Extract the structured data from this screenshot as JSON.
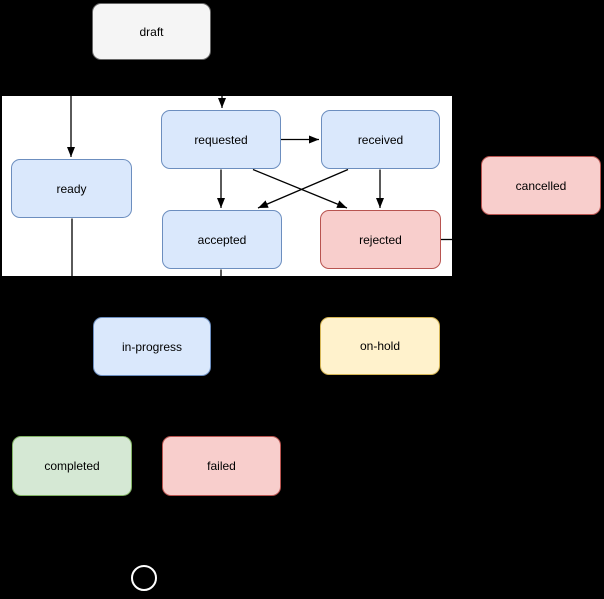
{
  "diagram": {
    "type": "state-diagram",
    "nodes": {
      "draft": {
        "label": "draft",
        "color": "gray"
      },
      "ready": {
        "label": "ready",
        "color": "blue"
      },
      "requested": {
        "label": "requested",
        "color": "blue"
      },
      "received": {
        "label": "received",
        "color": "blue"
      },
      "accepted": {
        "label": "accepted",
        "color": "blue"
      },
      "rejected": {
        "label": "rejected",
        "color": "red"
      },
      "cancelled": {
        "label": "cancelled",
        "color": "red"
      },
      "in_progress": {
        "label": "in-progress",
        "color": "blue"
      },
      "on_hold": {
        "label": "on-hold",
        "color": "yellow"
      },
      "completed": {
        "label": "completed",
        "color": "green"
      },
      "failed": {
        "label": "failed",
        "color": "red"
      }
    },
    "edges": [
      {
        "name": "into-requested-from-top",
        "arrow": true
      },
      {
        "name": "into-ready-from-top",
        "arrow": true
      },
      {
        "name": "requested-to-received",
        "arrow": true
      },
      {
        "name": "requested-to-accepted",
        "arrow": true
      },
      {
        "name": "requested-to-rejected",
        "arrow": true
      },
      {
        "name": "received-to-accepted",
        "arrow": true
      },
      {
        "name": "received-to-rejected",
        "arrow": true
      },
      {
        "name": "ready-downward-stub",
        "arrow": false
      },
      {
        "name": "accepted-downward-stub",
        "arrow": false
      },
      {
        "name": "rejected-rightward-stub",
        "arrow": false
      }
    ],
    "palette": {
      "blue": {
        "fill": "#dae8fc",
        "stroke": "#6c8ebf"
      },
      "red": {
        "fill": "#f8cecc",
        "stroke": "#b85450"
      },
      "green": {
        "fill": "#d5e8d4",
        "stroke": "#82b366"
      },
      "yellow": {
        "fill": "#fff2cc",
        "stroke": "#d6b656"
      },
      "gray": {
        "fill": "#f5f5f5",
        "stroke": "#666666"
      },
      "background": "#000000",
      "panel": "#ffffff",
      "edge": "#000000",
      "terminal_stroke": "#ffffff"
    }
  }
}
